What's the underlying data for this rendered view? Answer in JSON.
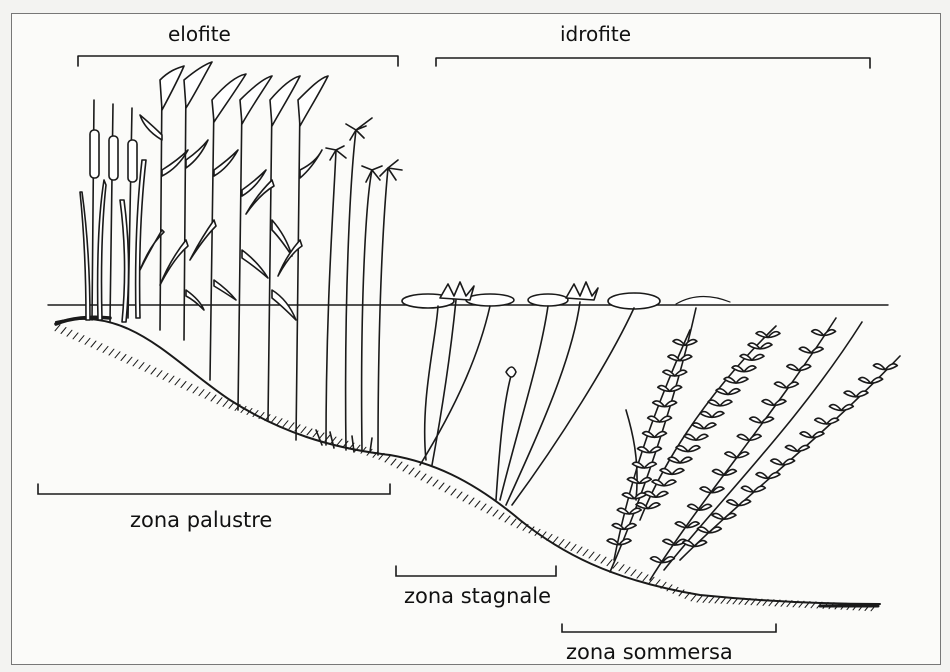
{
  "labels": {
    "elofite": "elofite",
    "idrofite": "idrofite",
    "zona_palustre": "zona palustre",
    "zona_stagnale": "zona stagnale",
    "zona_sommersa": "zona sommersa"
  },
  "colors": {
    "line": "#1a1a1a",
    "leaf_fill": "#ffffff",
    "frame": "#777777",
    "paper": "#fbfbf9"
  },
  "icons": {
    "cattail": "cattail-icon",
    "reed": "reed-icon",
    "rush": "rush-icon",
    "water_lily": "water-lily-icon",
    "submerged_plant": "submerged-plant-icon"
  }
}
